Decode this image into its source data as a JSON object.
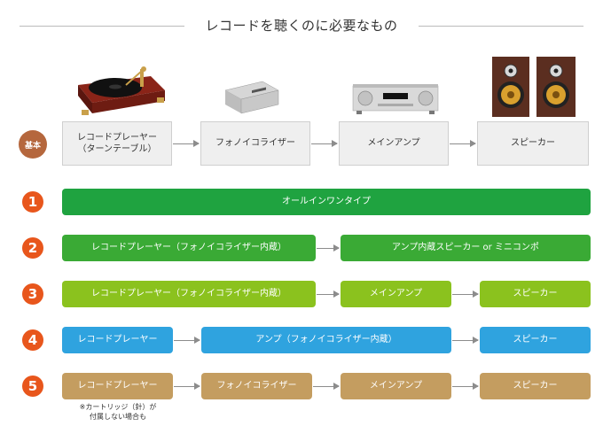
{
  "title": "レコードを聴くのに必要なもの",
  "basic": {
    "badge": "基本",
    "boxes": [
      "レコードプレーヤー\n（ターンテーブル）",
      "フォノイコライザー",
      "メインアンプ",
      "スピーカー"
    ]
  },
  "options": [
    {
      "num": "1",
      "boxes": [
        "オールインワンタイプ"
      ]
    },
    {
      "num": "2",
      "boxes": [
        "レコードプレーヤー（フォノイコライザー内蔵）",
        "アンプ内蔵スピーカー or ミニコンポ"
      ]
    },
    {
      "num": "3",
      "boxes": [
        "レコードプレーヤー（フォノイコライザー内蔵）",
        "メインアンプ",
        "スピーカー"
      ]
    },
    {
      "num": "4",
      "boxes": [
        "レコードプレーヤー",
        "アンプ（フォノイコライザー内蔵）",
        "スピーカー"
      ]
    },
    {
      "num": "5",
      "boxes": [
        "レコードプレーヤー",
        "フォノイコライザー",
        "メインアンプ",
        "スピーカー"
      ]
    }
  ],
  "note": "※カートリッジ（針）が\n付属しない場合も",
  "icons": [
    "turntable-icon",
    "phono-equalizer-icon",
    "main-amplifier-icon",
    "speakers-icon"
  ],
  "colors": {
    "accent_number": "#e8561c",
    "badge": "#b5673d",
    "opt1": "#1fa340",
    "opt2": "#3aaa35",
    "opt3": "#8bc21e",
    "opt4": "#2fa3df",
    "opt5": "#c49d60"
  }
}
